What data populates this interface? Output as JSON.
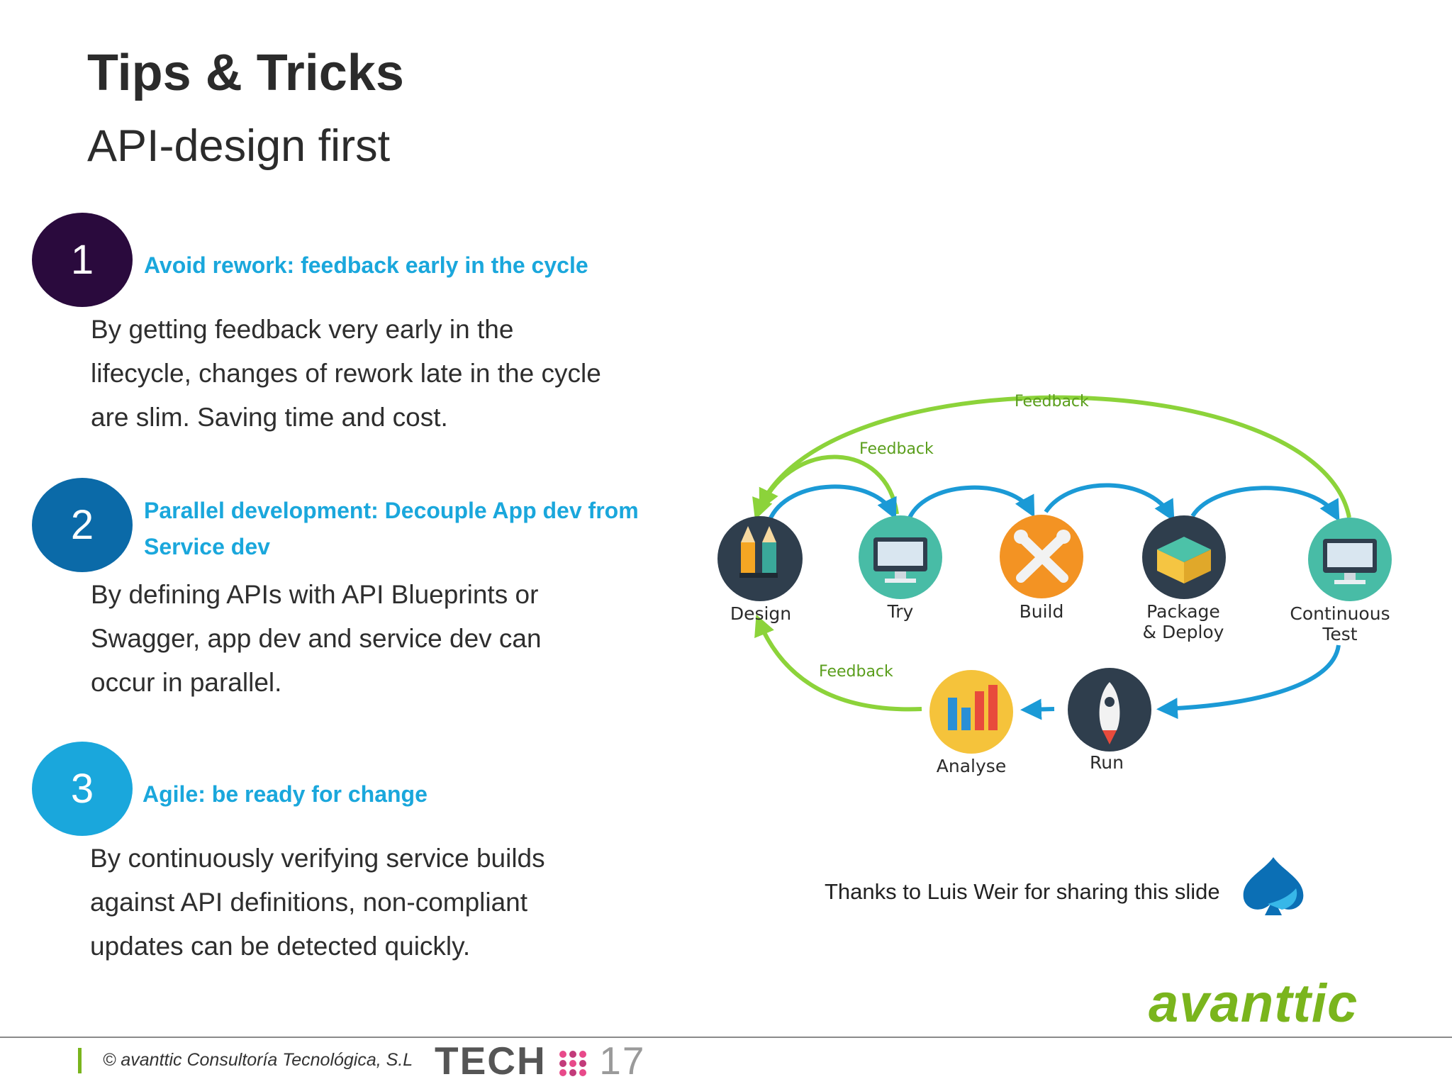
{
  "slide": {
    "title": "Tips & Tricks",
    "subtitle": "API-design first"
  },
  "items": [
    {
      "number": "1",
      "heading_lines": [
        "Avoid rework: feedback early in the cycle"
      ],
      "body_lines": [
        "By getting feedback very early in the",
        "lifecycle, changes of rework late in the cycle",
        "are slim. Saving time and cost."
      ],
      "color": "#2a0a3d"
    },
    {
      "number": "2",
      "heading_lines": [
        "Parallel development: Decouple App dev from",
        "Service dev"
      ],
      "body_lines": [
        "By defining APIs with API Blueprints or",
        "Swagger, app dev and service dev can",
        "occur in parallel."
      ],
      "color": "#0b6aa8"
    },
    {
      "number": "3",
      "heading_lines": [
        "Agile: be ready for change"
      ],
      "body_lines": [
        "By continuously verifying service builds",
        "against API definitions, non-compliant",
        "updates can be detected quickly."
      ],
      "color": "#1aa7dc"
    }
  ],
  "diagram": {
    "stages": {
      "design": "Design",
      "try": "Try",
      "build": "Build",
      "package_line1": "Package",
      "package_line2": "& Deploy",
      "continuous_line1": "Continuous",
      "continuous_line2": "Test",
      "analyse": "Analyse",
      "run": "Run"
    },
    "feedback_labels": [
      "Feedback",
      "Feedback",
      "Feedback"
    ],
    "arrow_colors": {
      "flow": "#1b9ad6",
      "feedback": "#8cd33a"
    }
  },
  "credit": "Thanks to Luis Weir for sharing this slide",
  "brand": "avanttic",
  "footer": {
    "copyright": "© avanttic Consultoría Tecnológica, S.L",
    "event_logo_text": "TECH",
    "event_logo_year": "17"
  }
}
